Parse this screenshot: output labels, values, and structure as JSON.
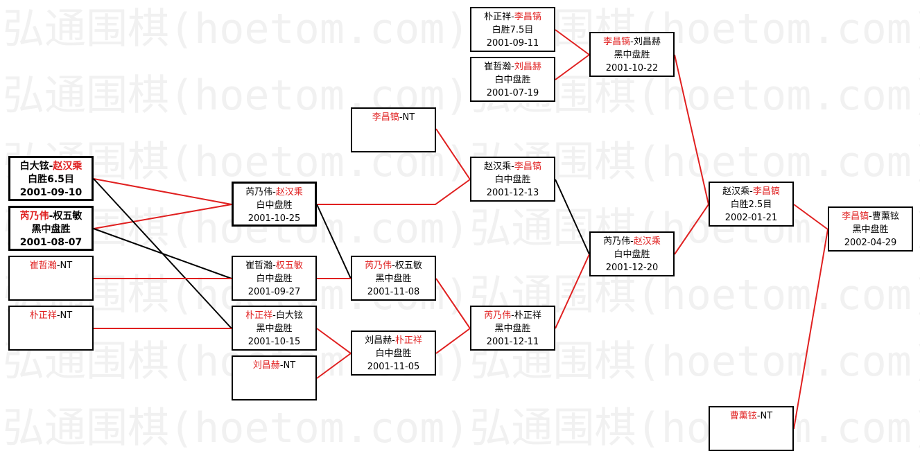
{
  "watermark_text": "弘通围棋(hoetom.com)弘通围棋(hoetom.com)",
  "matches": [
    {
      "id": "b1",
      "p1": "白大铉",
      "p2": "赵汉乘",
      "winner": 2,
      "result": "白胜6.5目",
      "date": "2001-09-10"
    },
    {
      "id": "b2",
      "p1": "芮乃伟",
      "p2": "权五敏",
      "winner": 1,
      "result": "黑中盘胜",
      "date": "2001-08-07"
    },
    {
      "id": "b3",
      "p1": "崔哲瀚",
      "p2": "NT",
      "winner": 1,
      "result": "",
      "date": ""
    },
    {
      "id": "b4",
      "p1": "朴正祥",
      "p2": "NT",
      "winner": 1,
      "result": "",
      "date": ""
    },
    {
      "id": "c1",
      "p1": "芮乃伟",
      "p2": "赵汉乘",
      "winner": 2,
      "result": "白中盘胜",
      "date": "2001-10-25"
    },
    {
      "id": "c2",
      "p1": "崔哲瀚",
      "p2": "权五敏",
      "winner": 2,
      "result": "白中盘胜",
      "date": "2001-09-27"
    },
    {
      "id": "c3",
      "p1": "朴正祥",
      "p2": "白大铉",
      "winner": 1,
      "result": "黑中盘胜",
      "date": "2001-10-15"
    },
    {
      "id": "c4",
      "p1": "刘昌赫",
      "p2": "NT",
      "winner": 1,
      "result": "",
      "date": ""
    },
    {
      "id": "d1",
      "p1": "李昌镐",
      "p2": "NT",
      "winner": 1,
      "result": "",
      "date": ""
    },
    {
      "id": "d2",
      "p1": "芮乃伟",
      "p2": "权五敏",
      "winner": 1,
      "result": "黑中盘胜",
      "date": "2001-11-08"
    },
    {
      "id": "d3",
      "p1": "刘昌赫",
      "p2": "朴正祥",
      "winner": 2,
      "result": "白中盘胜",
      "date": "2001-11-05"
    },
    {
      "id": "e0a",
      "p1": "朴正祥",
      "p2": "李昌镐",
      "winner": 2,
      "result": "白胜7.5目",
      "date": "2001-09-11"
    },
    {
      "id": "e0b",
      "p1": "崔哲瀚",
      "p2": "刘昌赫",
      "winner": 2,
      "result": "白中盘胜",
      "date": "2001-07-19"
    },
    {
      "id": "e1",
      "p1": "赵汉乘",
      "p2": "李昌镐",
      "winner": 2,
      "result": "白中盘胜",
      "date": "2001-12-13"
    },
    {
      "id": "e2",
      "p1": "芮乃伟",
      "p2": "朴正祥",
      "winner": 1,
      "result": "黑中盘胜",
      "date": "2001-12-11"
    },
    {
      "id": "f0",
      "p1": "李昌镐",
      "p2": "刘昌赫",
      "winner": 1,
      "result": "黑中盘胜",
      "date": "2001-10-22"
    },
    {
      "id": "f1",
      "p1": "芮乃伟",
      "p2": "赵汉乘",
      "winner": 2,
      "result": "白中盘胜",
      "date": "2001-12-20"
    },
    {
      "id": "g1",
      "p1": "赵汉乘",
      "p2": "李昌镐",
      "winner": 2,
      "result": "白胜2.5目",
      "date": "2002-01-21"
    },
    {
      "id": "g2",
      "p1": "曹薰铉",
      "p2": "NT",
      "winner": 1,
      "result": "",
      "date": ""
    },
    {
      "id": "h1",
      "p1": "李昌镐",
      "p2": "曹薰铉",
      "winner": 1,
      "result": "黑中盘胜",
      "date": "2002-04-29"
    }
  ],
  "colors": {
    "winner": "#e02020",
    "line_red": "#e02020",
    "line_black": "#000000",
    "text": "#000000",
    "watermark": "#f1f1f1"
  }
}
